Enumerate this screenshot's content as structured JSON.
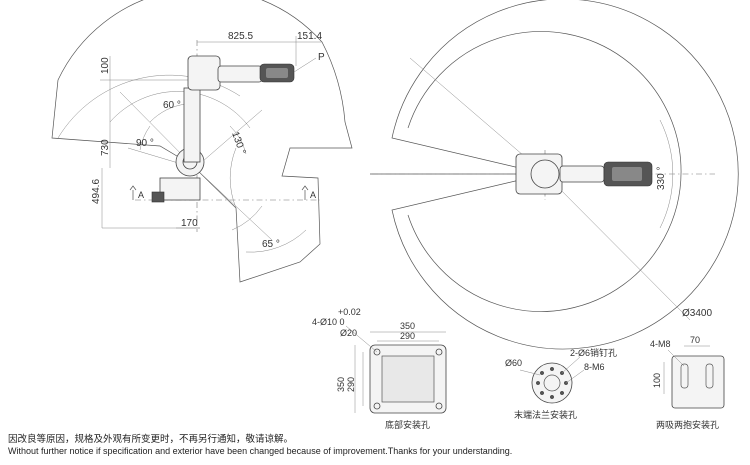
{
  "side_view": {
    "dim_reach": "825.5",
    "dim_wrist": "151.4",
    "label_p": "P",
    "dim_100": "100",
    "dim_730": "730",
    "dim_494_6": "494.6",
    "dim_170": "170",
    "angle_60": "60 °",
    "angle_90": "90 °",
    "angle_130": "130 °",
    "angle_65": "65 °",
    "section_a_left": "A",
    "section_a_right": "A"
  },
  "top_view": {
    "angle_330": "330 °",
    "dim_diameter": "Ø3400"
  },
  "base_view": {
    "hole_spec_top": "+0.02",
    "hole_spec_main": "4-Ø10  0",
    "dim_20": "Ø20",
    "dim_350": "350",
    "dim_290": "290",
    "dim_350_v": "350",
    "dim_290_v": "290",
    "caption": "底部安装孔"
  },
  "flange_view": {
    "dim_60": "Ø60",
    "pin_spec": "2-Ø6销钉孔",
    "thread_spec": "8-M6",
    "caption": "末端法兰安装孔"
  },
  "forearm_view": {
    "thread_spec": "4-M8",
    "dim_70": "70",
    "dim_100": "100",
    "caption": "两吸两抱安装孔"
  },
  "footnote": {
    "chinese": "因改良等原因，规格及外观有所变更时，不再另行通知，敬请谅解。",
    "english": "Without further notice if specification and exterior have been changed because of improvement.Thanks for your understanding."
  }
}
